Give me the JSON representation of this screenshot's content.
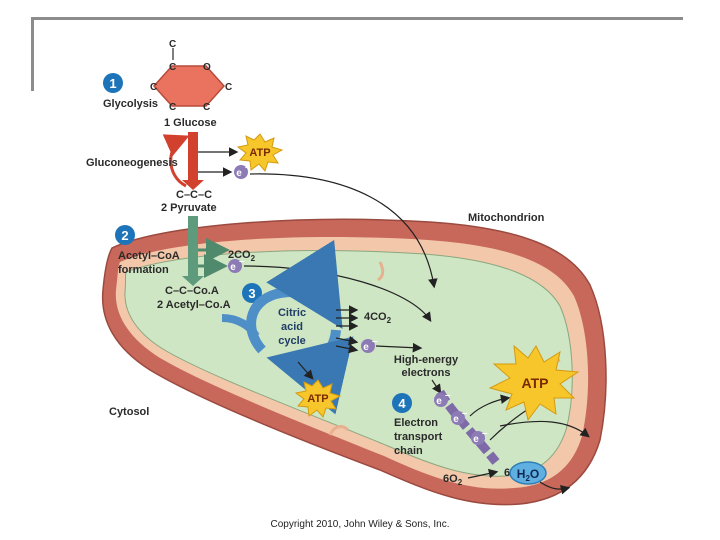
{
  "glucose_atoms": [
    "C",
    "C",
    "O",
    "C",
    "C",
    "C",
    "C"
  ],
  "steps": [
    {
      "number": "1",
      "label": "Glycolysis"
    },
    {
      "number": "2",
      "label_lines": [
        "Acetyl–CoA",
        "formation"
      ]
    },
    {
      "number": "3"
    },
    {
      "number": "4",
      "label_lines": [
        "Electron",
        "transport",
        "chain"
      ]
    }
  ],
  "labels": {
    "glucose": "1 Glucose",
    "gluconeogenesis": "Gluconeogenesis",
    "pyruvate_formula": "C–C–C",
    "pyruvate": "2 Pyruvate",
    "co2_step2": "2CO",
    "co2_step2_sub": "2",
    "acetyl_coa_formula": "C–C–Co.A",
    "acetyl_coa": "2 Acetyl–Co.A",
    "citric_cycle": [
      "Citric",
      "acid",
      "cycle"
    ],
    "co2_step3": "4CO",
    "co2_step3_sub": "2",
    "high_energy": [
      "High-energy",
      "electrons"
    ],
    "mitochondrion": "Mitochondrion",
    "cytosol": "Cytosol",
    "oxygen": "6O",
    "oxygen_sub": "2",
    "water_coef": "6",
    "water": "H",
    "water_sub": "2",
    "water_end": "O",
    "atp": "ATP",
    "electron": "e",
    "electron_sup": "–"
  },
  "copyright": "Copyright 2010, John Wiley & Sons, Inc.",
  "colors": {
    "outer_membrane": "#c8685a",
    "inner_space": "#f2c7aa",
    "matrix": "#cfe6c4",
    "glucose_fill": "#e9735f",
    "red_arrow": "#d2412e",
    "green_arrow": "#5e9a7c",
    "cycle_blue": "#4f8fc8",
    "atp_yellow": "#f7c62a",
    "electron_purple": "#8d7bb6",
    "water_blue": "#5fb0e0",
    "step_blue": "#1e74b9"
  }
}
